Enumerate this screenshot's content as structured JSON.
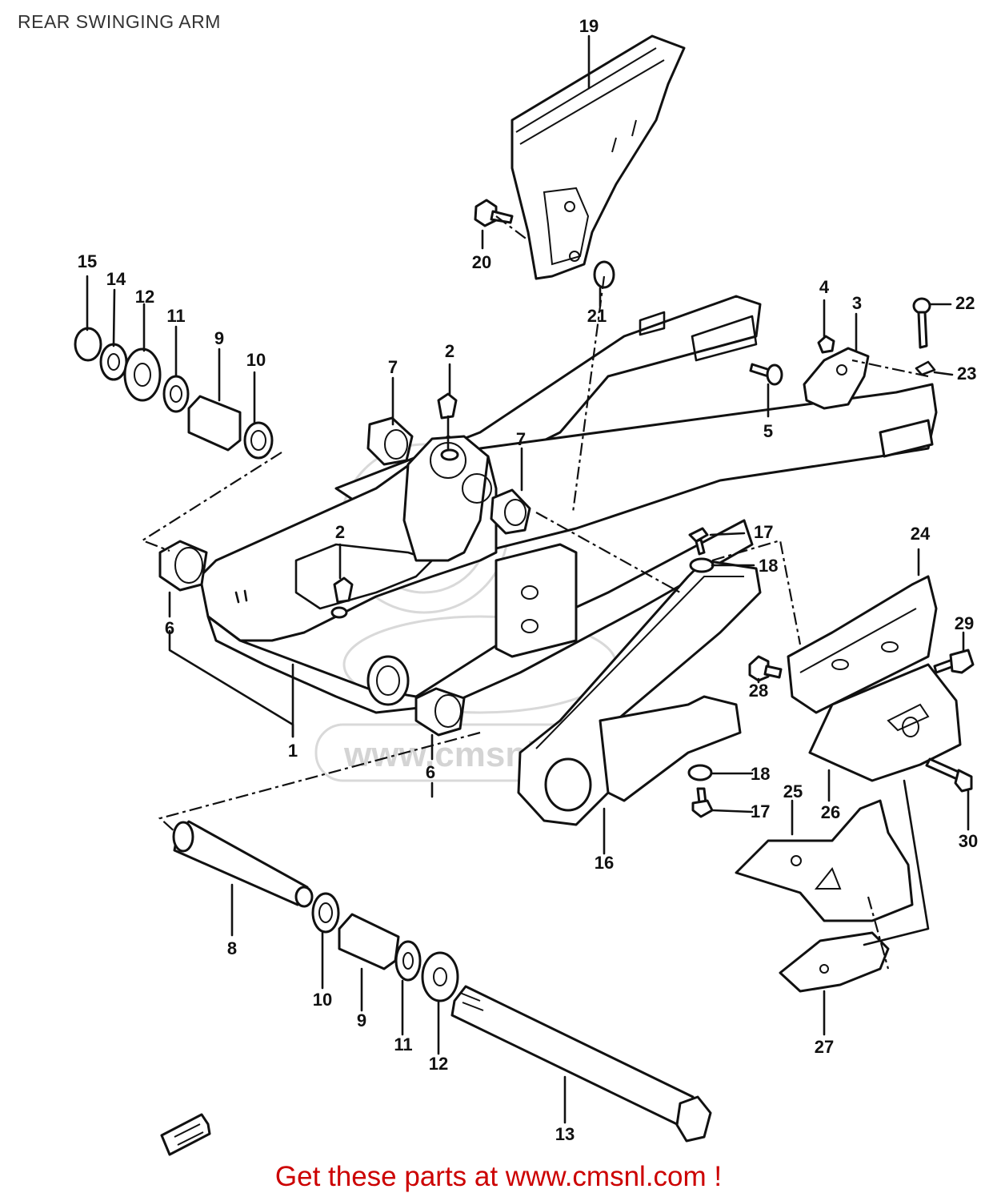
{
  "title": "REAR SWINGING ARM",
  "footer": "Get these parts at www.cmsnl.com !",
  "watermark": "www.cmsnl.com",
  "colors": {
    "footer_text": "#cc0000",
    "title_text": "#333333",
    "linework": "#111111",
    "watermark": "#d4d4d4"
  },
  "callouts": [
    {
      "id": "1",
      "label": "1"
    },
    {
      "id": "2a",
      "label": "2"
    },
    {
      "id": "2b",
      "label": "2"
    },
    {
      "id": "3",
      "label": "3"
    },
    {
      "id": "4",
      "label": "4"
    },
    {
      "id": "5",
      "label": "5"
    },
    {
      "id": "6a",
      "label": "6"
    },
    {
      "id": "6b",
      "label": "6"
    },
    {
      "id": "7a",
      "label": "7"
    },
    {
      "id": "7b",
      "label": "7"
    },
    {
      "id": "8",
      "label": "8"
    },
    {
      "id": "9a",
      "label": "9"
    },
    {
      "id": "9b",
      "label": "9"
    },
    {
      "id": "10a",
      "label": "10"
    },
    {
      "id": "10b",
      "label": "10"
    },
    {
      "id": "11a",
      "label": "11"
    },
    {
      "id": "11b",
      "label": "11"
    },
    {
      "id": "12a",
      "label": "12"
    },
    {
      "id": "12b",
      "label": "12"
    },
    {
      "id": "13",
      "label": "13"
    },
    {
      "id": "14",
      "label": "14"
    },
    {
      "id": "15",
      "label": "15"
    },
    {
      "id": "16",
      "label": "16"
    },
    {
      "id": "17a",
      "label": "17"
    },
    {
      "id": "17b",
      "label": "17"
    },
    {
      "id": "18a",
      "label": "18"
    },
    {
      "id": "18b",
      "label": "18"
    },
    {
      "id": "19",
      "label": "19"
    },
    {
      "id": "20",
      "label": "20"
    },
    {
      "id": "21",
      "label": "21"
    },
    {
      "id": "22",
      "label": "22"
    },
    {
      "id": "23",
      "label": "23"
    },
    {
      "id": "24",
      "label": "24"
    },
    {
      "id": "25",
      "label": "25"
    },
    {
      "id": "26",
      "label": "26"
    },
    {
      "id": "27",
      "label": "27"
    },
    {
      "id": "28",
      "label": "28"
    },
    {
      "id": "29",
      "label": "29"
    },
    {
      "id": "30",
      "label": "30"
    }
  ]
}
